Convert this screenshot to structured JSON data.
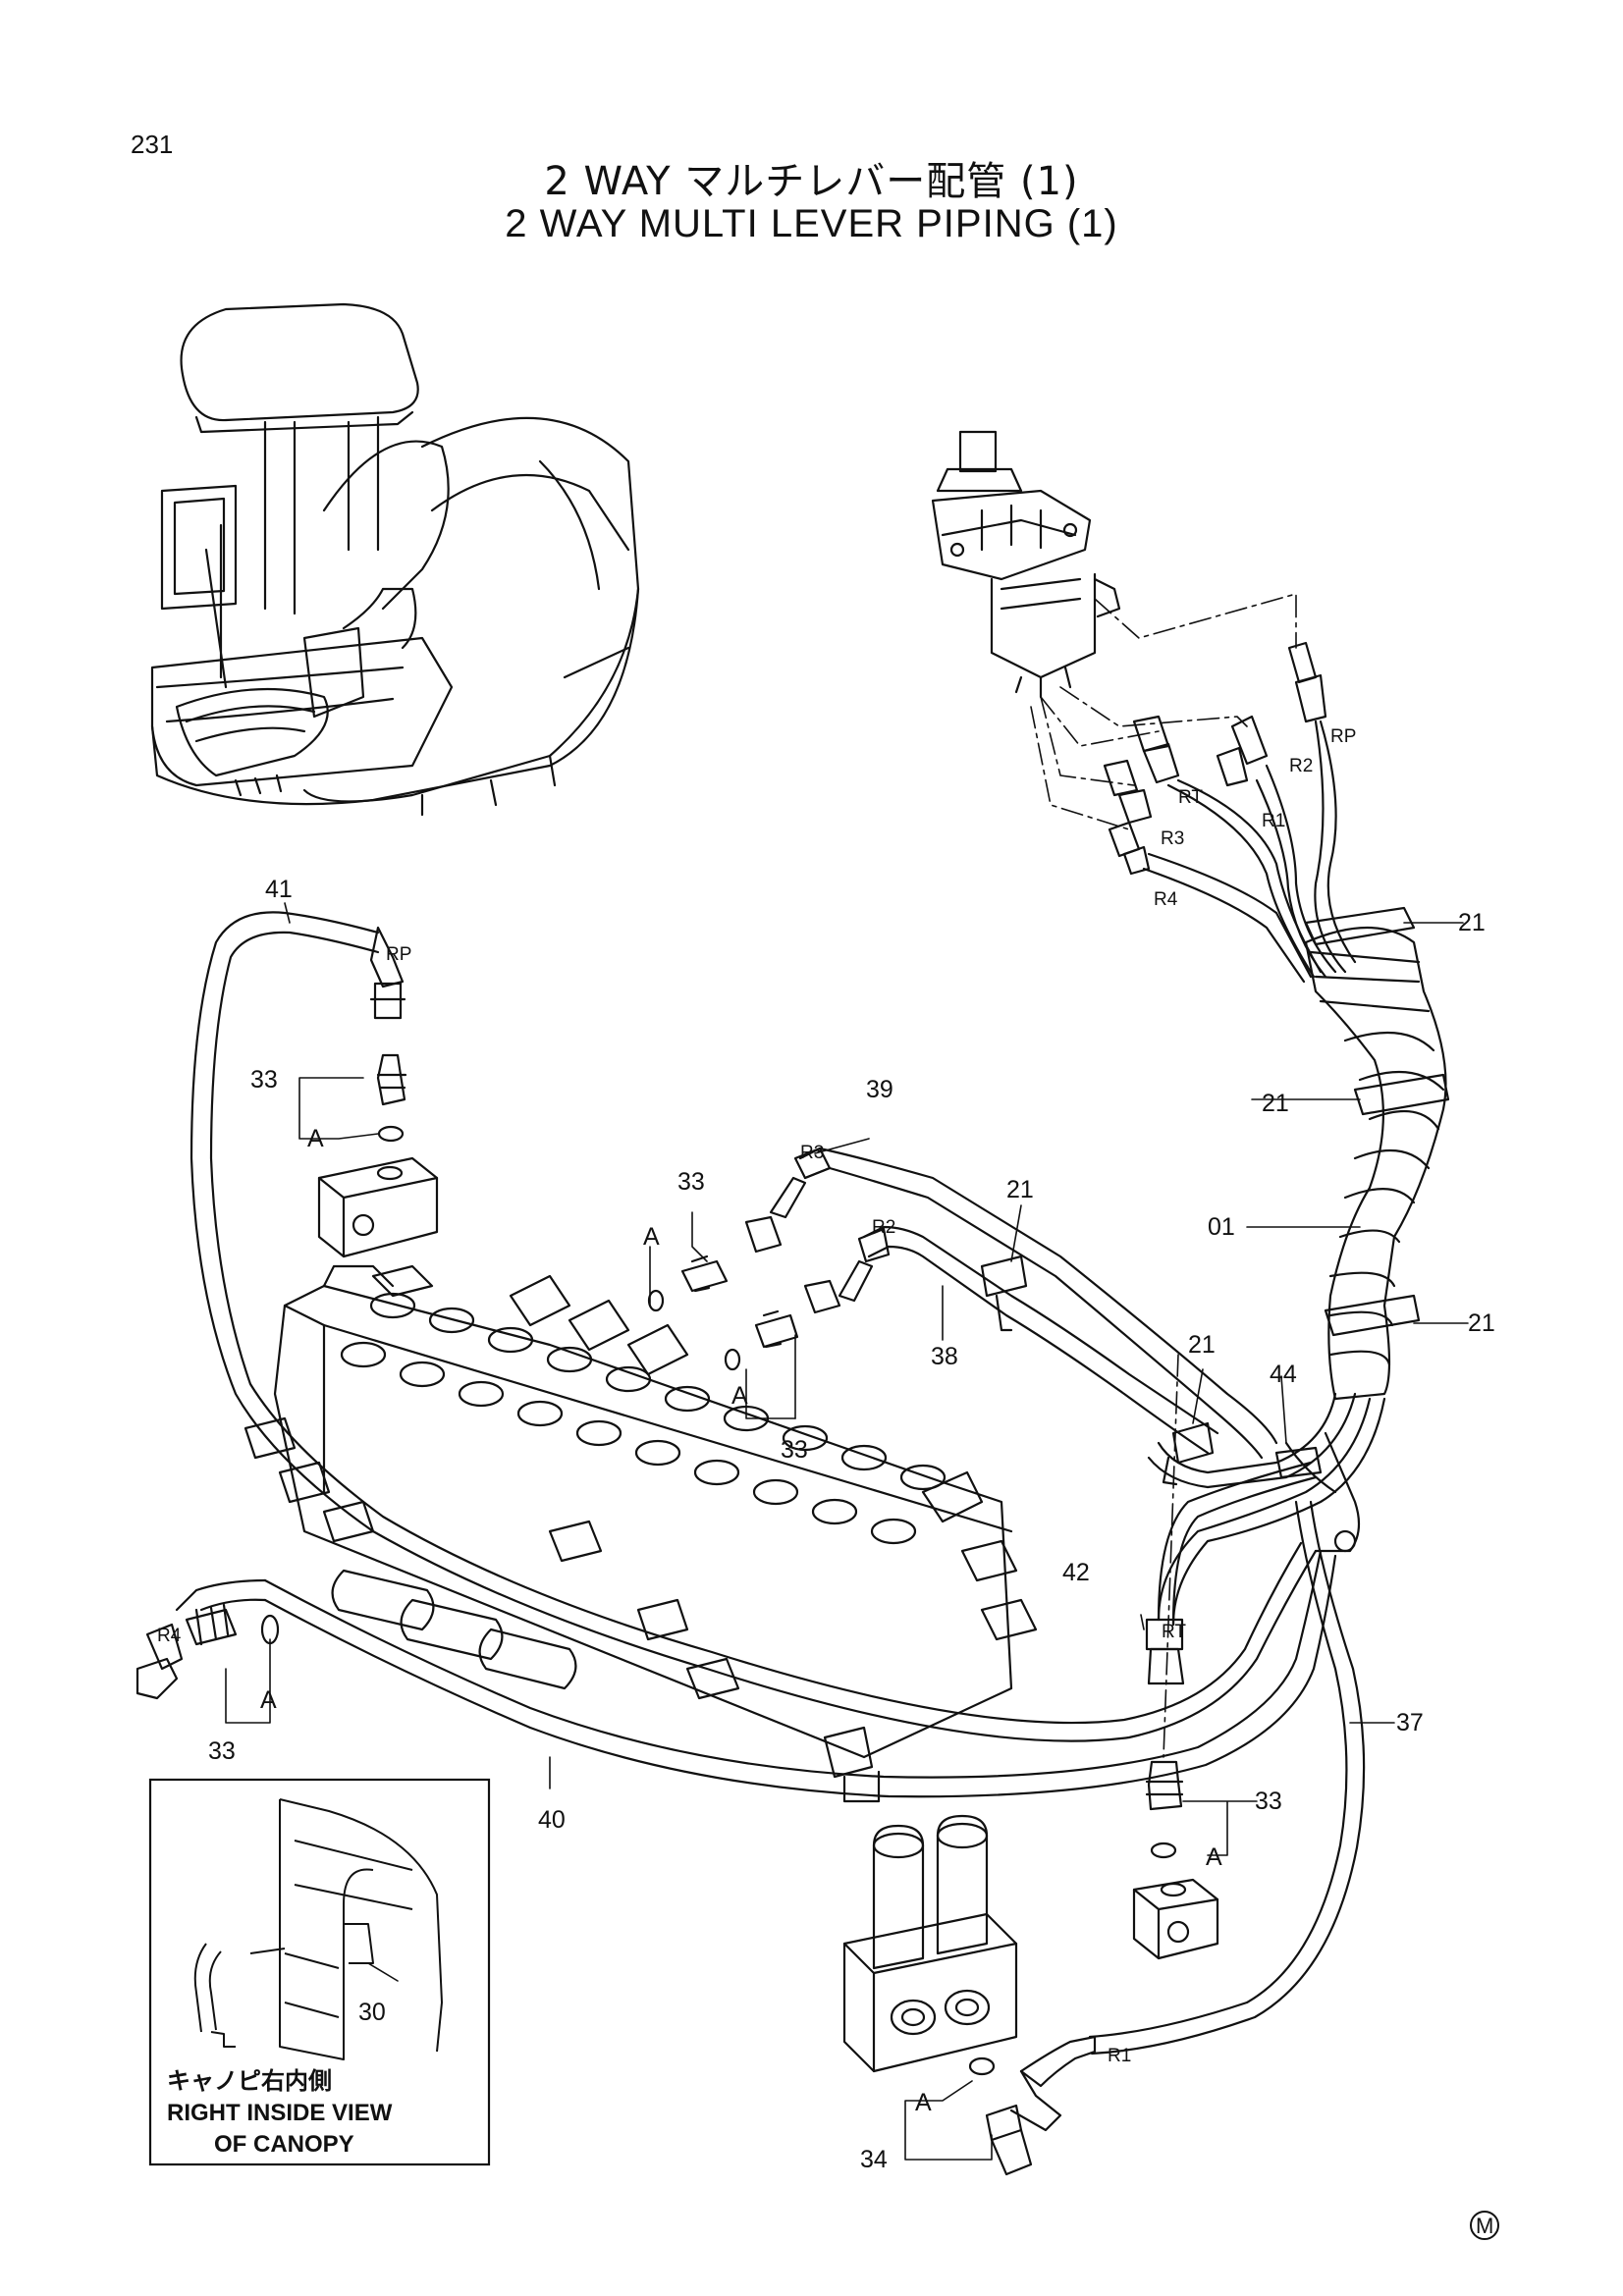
{
  "header": {
    "page_number": "231",
    "title_ja": "2 WAY マルチレバー配管 (1)",
    "title_en": "2 WAY MULTI LEVER PIPING (1)"
  },
  "callouts": [
    "41",
    "33",
    "39",
    "33",
    "21",
    "38",
    "33",
    "21",
    "01",
    "21",
    "21",
    "21",
    "44",
    "42",
    "37",
    "33",
    "40",
    "33",
    "34",
    "30"
  ],
  "ports": [
    "RP",
    "R2",
    "RT",
    "R1",
    "R3",
    "R4",
    "RP",
    "R3",
    "R2",
    "R4",
    "RT",
    "R1"
  ],
  "detail_markers": [
    "A",
    "A",
    "A",
    "A",
    "A",
    "A"
  ],
  "inset": {
    "caption_ja": "キャノピ右内側",
    "caption_en_1": "RIGHT INSIDE VIEW",
    "caption_en_2": "OF CANOPY"
  },
  "footer": {
    "mark": "M"
  }
}
